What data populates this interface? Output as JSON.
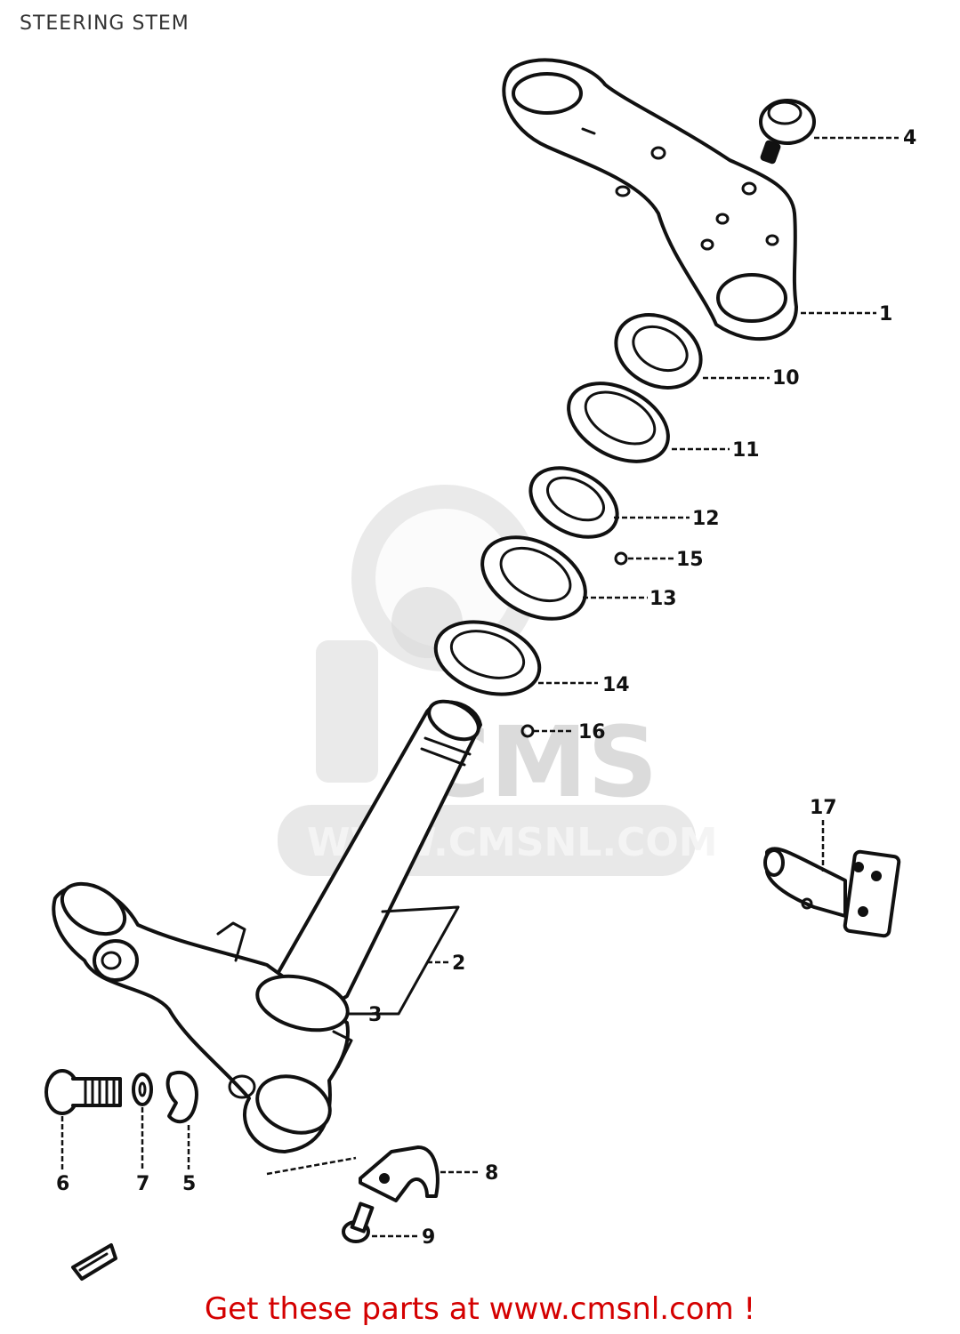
{
  "title": "STEERING STEM",
  "watermark": {
    "logo_text": "CMS",
    "url_text": "WWW.CMSNL.COM"
  },
  "callouts": [
    "1",
    "2",
    "3",
    "4",
    "5",
    "6",
    "7",
    "8",
    "9",
    "10",
    "11",
    "12",
    "13",
    "14",
    "15",
    "16",
    "17"
  ],
  "footer": {
    "text": "Get these parts at www.cmsnl.com !"
  },
  "colors": {
    "ink": "#111111",
    "footer": "#d40000",
    "watermark": "#d9d9d9"
  }
}
